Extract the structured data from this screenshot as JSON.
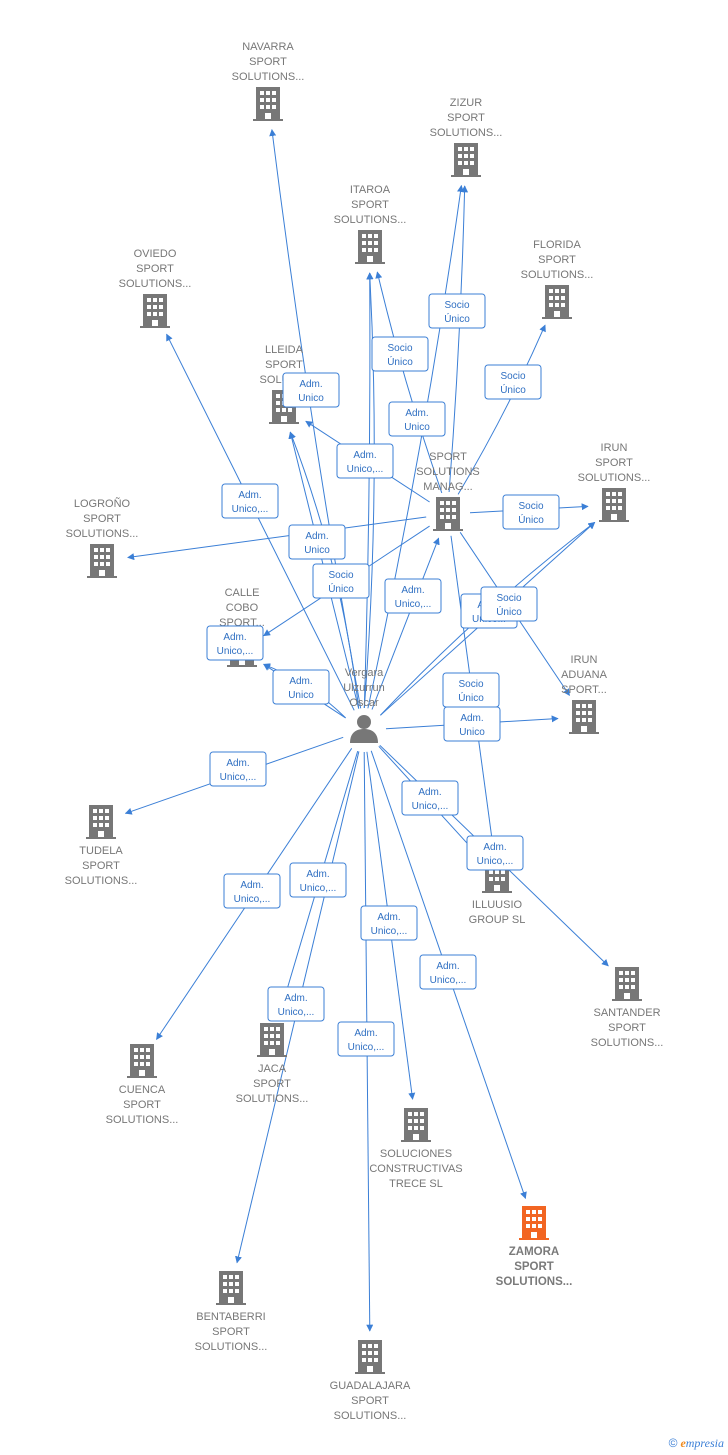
{
  "colors": {
    "edge": "#3b7fd6",
    "building": "#777777",
    "highlight": "#f26522",
    "person": "#777777"
  },
  "person": {
    "id": "vergara",
    "label": [
      "Vergara",
      "Ulzurrun",
      "Oscar"
    ],
    "icon": "person-icon"
  },
  "nodes": [
    {
      "id": "navarra",
      "label": [
        "NAVARRA",
        "SPORT",
        "SOLUTIONS..."
      ],
      "icon": "building-icon"
    },
    {
      "id": "zizur",
      "label": [
        "ZIZUR",
        "SPORT",
        "SOLUTIONS..."
      ],
      "icon": "building-icon"
    },
    {
      "id": "itaroa",
      "label": [
        "ITAROA",
        "SPORT",
        "SOLUTIONS..."
      ],
      "icon": "building-icon"
    },
    {
      "id": "oviedo",
      "label": [
        "OVIEDO",
        "SPORT",
        "SOLUTIONS..."
      ],
      "icon": "building-icon"
    },
    {
      "id": "florida",
      "label": [
        "FLORIDA",
        "SPORT",
        "SOLUTIONS..."
      ],
      "icon": "building-icon"
    },
    {
      "id": "lleida",
      "label": [
        "LLEIDA",
        "SPORT",
        "SOLUTI..."
      ],
      "icon": "building-icon"
    },
    {
      "id": "sportmgmt",
      "label": [
        "SPORT",
        "SOLUTIONS",
        "MANAG..."
      ],
      "icon": "building-icon"
    },
    {
      "id": "irun",
      "label": [
        "IRUN",
        "SPORT",
        "SOLUTIONS..."
      ],
      "icon": "building-icon"
    },
    {
      "id": "logrono",
      "label": [
        "LOGROÑO",
        "SPORT",
        "SOLUTIONS..."
      ],
      "icon": "building-icon"
    },
    {
      "id": "calle",
      "label": [
        "CALLE",
        "COBO",
        "SPORT..."
      ],
      "icon": "building-icon"
    },
    {
      "id": "irunaduana",
      "label": [
        "IRUN",
        "ADUANA",
        "SPORT..."
      ],
      "icon": "building-icon"
    },
    {
      "id": "tudela",
      "label": [
        "TUDELA",
        "SPORT",
        "SOLUTIONS..."
      ],
      "icon": "building-icon"
    },
    {
      "id": "illuusio",
      "label": [
        "ILLUUSIO",
        "GROUP  SL"
      ],
      "icon": "building-icon"
    },
    {
      "id": "santander",
      "label": [
        "SANTANDER",
        "SPORT",
        "SOLUTIONS..."
      ],
      "icon": "building-icon"
    },
    {
      "id": "cuenca",
      "label": [
        "CUENCA",
        "SPORT",
        "SOLUTIONS..."
      ],
      "icon": "building-icon"
    },
    {
      "id": "jaca",
      "label": [
        "JACA",
        "SPORT",
        "SOLUTIONS..."
      ],
      "icon": "building-icon"
    },
    {
      "id": "soluciones",
      "label": [
        "SOLUCIONES",
        "CONSTRUCTIVAS",
        "TRECE  SL"
      ],
      "icon": "building-icon"
    },
    {
      "id": "zamora",
      "label": [
        "ZAMORA",
        "SPORT",
        "SOLUTIONS..."
      ],
      "icon": "building-icon",
      "highlight": true
    },
    {
      "id": "bentaberri",
      "label": [
        "BENTABERRI",
        "SPORT",
        "SOLUTIONS..."
      ],
      "icon": "building-icon"
    },
    {
      "id": "guadalajara",
      "label": [
        "GUADALAJARA",
        "SPORT",
        "SOLUTIONS..."
      ],
      "icon": "building-icon"
    }
  ],
  "edges": [
    {
      "from": "vergara",
      "to": "navarra"
    },
    {
      "from": "vergara",
      "to": "zizur"
    },
    {
      "from": "vergara",
      "to": "itaroa"
    },
    {
      "from": "vergara",
      "to": "oviedo",
      "label": [
        "Adm.",
        "Unico,..."
      ]
    },
    {
      "from": "vergara",
      "to": "lleida",
      "label": [
        "Adm.",
        "Unico"
      ]
    },
    {
      "from": "vergara",
      "to": "sportmgmt",
      "label": [
        "Adm.",
        "Unico,..."
      ]
    },
    {
      "from": "vergara",
      "to": "calle",
      "label": [
        "Adm.",
        "Unico"
      ]
    },
    {
      "from": "vergara",
      "to": "irun"
    },
    {
      "from": "vergara",
      "to": "irunaduana",
      "label": [
        "Adm.",
        "Unico"
      ]
    },
    {
      "from": "vergara",
      "to": "tudela",
      "label": [
        "Adm.",
        "Unico,..."
      ]
    },
    {
      "from": "vergara",
      "to": "illuusio",
      "label": [
        "Adm.",
        "Unico,..."
      ]
    },
    {
      "from": "vergara",
      "to": "santander",
      "label": [
        "Adm.",
        "Unico,..."
      ]
    },
    {
      "from": "vergara",
      "to": "cuenca",
      "label": [
        "Adm.",
        "Unico,..."
      ]
    },
    {
      "from": "vergara",
      "to": "jaca",
      "label": [
        "Adm.",
        "Unico,..."
      ]
    },
    {
      "from": "vergara",
      "to": "soluciones",
      "label": [
        "Adm.",
        "Unico,..."
      ]
    },
    {
      "from": "vergara",
      "to": "zamora",
      "label": [
        "Adm.",
        "Unico,..."
      ]
    },
    {
      "from": "vergara",
      "to": "bentaberri",
      "label": [
        "Adm.",
        "Unico,..."
      ]
    },
    {
      "from": "vergara",
      "to": "guadalajara",
      "label": [
        "Adm.",
        "Unico,..."
      ]
    },
    {
      "from": "sportmgmt",
      "to": "itaroa",
      "label": [
        "Socio",
        "Único"
      ]
    },
    {
      "from": "sportmgmt",
      "to": "zizur",
      "label": [
        "Socio",
        "Único"
      ]
    },
    {
      "from": "sportmgmt",
      "to": "florida",
      "label": [
        "Socio",
        "Único"
      ]
    },
    {
      "from": "sportmgmt",
      "to": "lleida",
      "label": [
        "Adm.",
        "Unico"
      ]
    },
    {
      "from": "sportmgmt",
      "to": "calle",
      "label": [
        "Socio",
        "Único"
      ]
    },
    {
      "from": "sportmgmt",
      "to": "irun",
      "label": [
        "Socio",
        "Único"
      ]
    },
    {
      "from": "sportmgmt",
      "to": "irunaduana",
      "label": [
        "Adm.",
        "Unico..."
      ]
    },
    {
      "from": "sportmgmt",
      "to": "illuusio",
      "label": [
        "Socio",
        "Único"
      ]
    },
    {
      "from": "sportmgmt",
      "to": "logrono"
    },
    {
      "from": "vergara",
      "to": "itaroa",
      "label": [
        "Adm.",
        "Unico"
      ]
    },
    {
      "from": "vergara",
      "to": "irun",
      "label": [
        "Socio",
        "Único"
      ]
    },
    {
      "from": "vergara",
      "to": "lleida",
      "label": [
        "Adm.",
        "Unico,..."
      ]
    },
    {
      "from": "vergara",
      "to": "calle",
      "label": [
        "Adm.",
        "Unico,..."
      ]
    }
  ],
  "brand": {
    "copyright": "©",
    "first": "e",
    "rest": "mpresia"
  }
}
